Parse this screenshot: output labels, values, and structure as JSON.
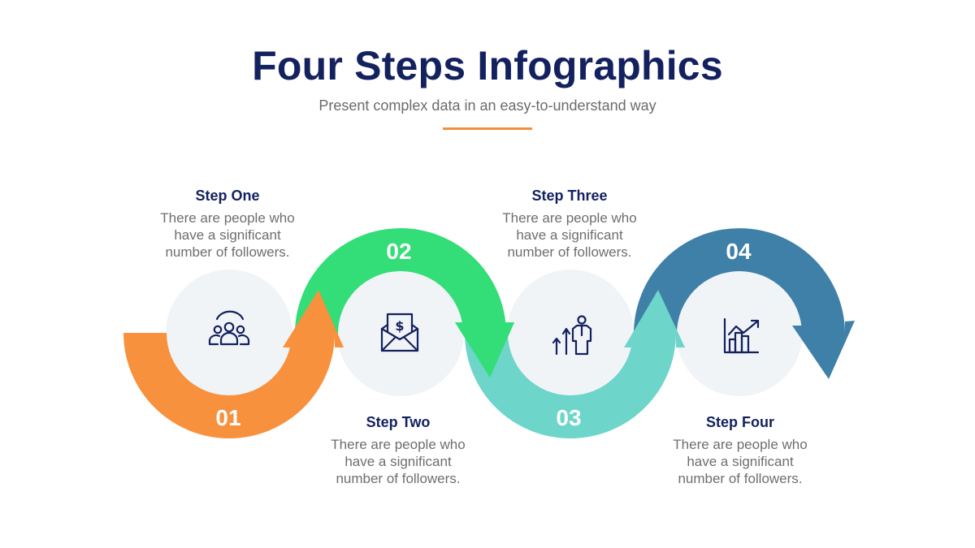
{
  "header": {
    "title": "Four Steps Infographics",
    "subtitle": "Present complex data in an easy-to-understand way"
  },
  "colors": {
    "title": "#13215f",
    "accent_divider": "#f0913f",
    "step1": "#f7913d",
    "step2": "#33dd77",
    "step3": "#6dd5c9",
    "step4": "#3f80a8",
    "circle_fill": "#f1f4f7",
    "icon": "#13215f"
  },
  "steps": [
    {
      "number": "01",
      "title": "Step One",
      "desc_lines": [
        "There are people who",
        "have a significant",
        "number of followers."
      ],
      "icon": "people-group-icon"
    },
    {
      "number": "02",
      "title": "Step Two",
      "desc_lines": [
        "There are people who",
        "have a significant",
        "number of followers."
      ],
      "icon": "money-envelope-icon"
    },
    {
      "number": "03",
      "title": "Step Three",
      "desc_lines": [
        "There are people who",
        "have a significant",
        "number of followers."
      ],
      "icon": "person-growth-icon"
    },
    {
      "number": "04",
      "title": "Step Four",
      "desc_lines": [
        "There are people who",
        "have a significant",
        "number of followers."
      ],
      "icon": "growth-chart-icon"
    }
  ]
}
